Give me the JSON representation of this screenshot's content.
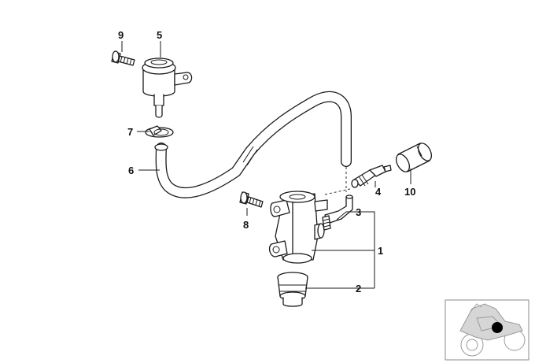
{
  "callouts": [
    {
      "id": "1",
      "label": "1"
    },
    {
      "id": "2",
      "label": "2"
    },
    {
      "id": "3",
      "label": "3"
    },
    {
      "id": "4",
      "label": "4"
    },
    {
      "id": "5",
      "label": "5"
    },
    {
      "id": "6",
      "label": "6"
    },
    {
      "id": "7",
      "label": "7"
    },
    {
      "id": "8",
      "label": "8"
    },
    {
      "id": "9",
      "label": "9"
    },
    {
      "id": "10",
      "label": "10"
    }
  ],
  "thumbnail": {
    "icon": "motorcycle-location-icon",
    "marker_color": "#000000"
  },
  "colors": {
    "line": "#1a1a1a",
    "background": "#ffffff",
    "thumbnail_outline": "#8a8a8a"
  }
}
